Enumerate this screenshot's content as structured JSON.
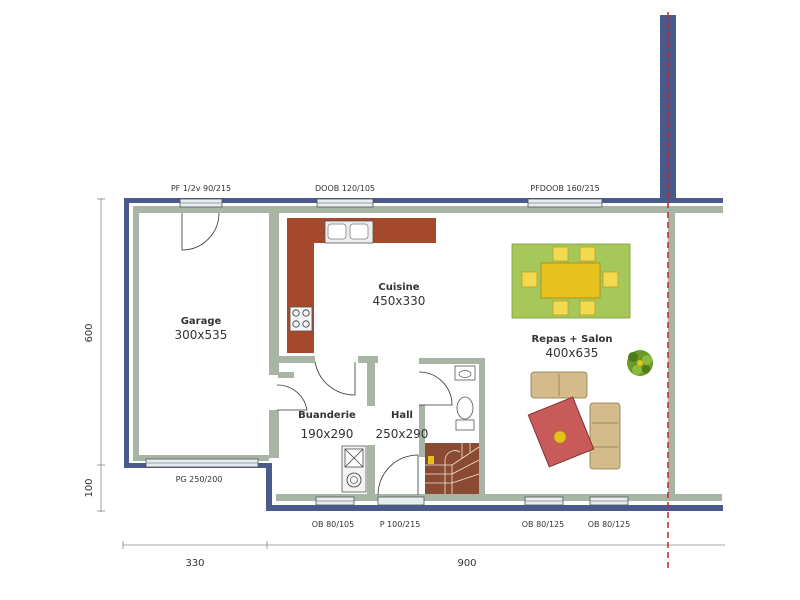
{
  "rooms": {
    "garage": {
      "name": "Garage",
      "size": "300x535"
    },
    "cuisine": {
      "name": "Cuisine",
      "size": "450x330"
    },
    "repas_salon": {
      "name": "Repas + Salon",
      "size": "400x635"
    },
    "buanderie": {
      "name": "Buanderie",
      "size": "190x290"
    },
    "hall": {
      "name": "Hall",
      "size": "250x290"
    }
  },
  "openings": {
    "garage_top": "PF 1/2v 90/215",
    "cuisine_top": "DOOB 120/105",
    "salon_top": "PFDOOB 160/215",
    "garage_bottom": "PG 250/200",
    "buanderie_bottom": "OB 80/105",
    "hall_bottom": "P 100/215",
    "salon_bottom_left": "OB 80/125",
    "salon_bottom_right": "OB 80/125"
  },
  "dimensions": {
    "vertical_main": "600",
    "vertical_sub": "100",
    "horizontal_left": "330",
    "horizontal_right": "900"
  },
  "colors": {
    "outer_wall": "#4a5a8a",
    "inner_wall": "#a8b4a4",
    "counter": "#a5492c",
    "dining_rug": "#a6c85a",
    "table": "#e8c21c",
    "living_rug": "#c95a5a",
    "sofa": "#d4bc8a",
    "stairs": "#8b4a32",
    "property_line": "#cc2222"
  }
}
